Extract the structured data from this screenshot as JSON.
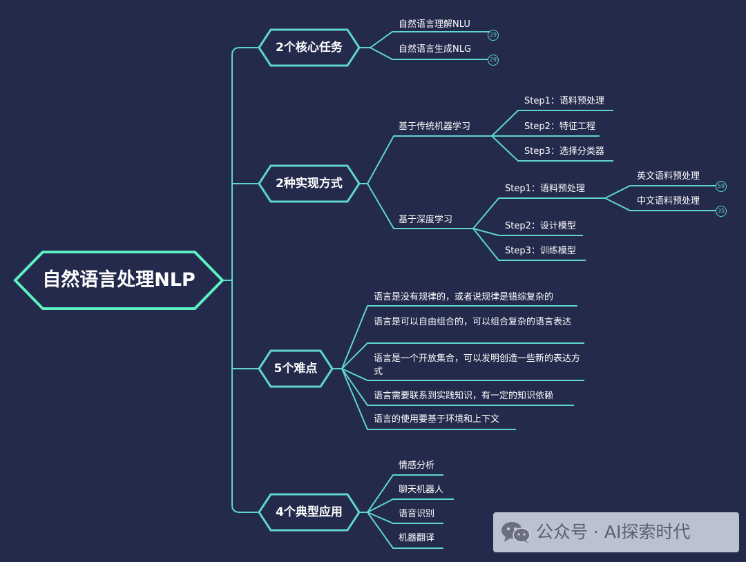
{
  "root": {
    "label": "自然语言处理NLP"
  },
  "categories": [
    {
      "label": "2个核心任务",
      "children": [
        {
          "label": "自然语言理解NLU",
          "badge": "29"
        },
        {
          "label": "自然语言生成NLG",
          "badge": "29"
        }
      ]
    },
    {
      "label": "2种实现方式",
      "children": [
        {
          "label": "基于传统机器学习",
          "children": [
            {
              "label": "Step1：语料预处理"
            },
            {
              "label": "Step2：特征工程"
            },
            {
              "label": "Step3：选择分类器"
            }
          ]
        },
        {
          "label": "基于深度学习",
          "children": [
            {
              "label": "Step1：语料预处理",
              "children": [
                {
                  "label": "英文语料预处理",
                  "badge": "59"
                },
                {
                  "label": "中文语料预处理",
                  "badge": "35"
                }
              ]
            },
            {
              "label": "Step2：设计模型"
            },
            {
              "label": "Step3：训练模型"
            }
          ]
        }
      ]
    },
    {
      "label": "5个难点",
      "children": [
        {
          "label": "语言是没有规律的，或者说规律是错综复杂的"
        },
        {
          "label": "语言是可以自由组合的，可以组合复杂的语言表达"
        },
        {
          "label": "语言是一个开放集合，可以发明创造一些新的表达方式"
        },
        {
          "label": "语言需要联系到实践知识，有一定的知识依赖"
        },
        {
          "label": "语言的使用要基于环境和上下文"
        }
      ]
    },
    {
      "label": "4个典型应用",
      "children": [
        {
          "label": "情感分析"
        },
        {
          "label": "聊天机器人"
        },
        {
          "label": "语音识别"
        },
        {
          "label": "机器翻译"
        }
      ]
    }
  ],
  "watermark": {
    "text": "公众号 · AI探索时代",
    "icon": "wechat-icon"
  },
  "colors": {
    "background": "#242a4b",
    "root_border": "#5df0c0",
    "category_border": "#5fd6d0",
    "line": "#5fd6d0",
    "text": "#ffffff"
  }
}
